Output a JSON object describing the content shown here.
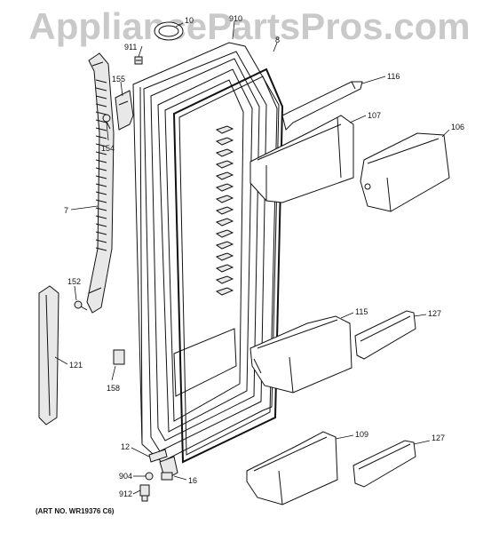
{
  "watermark": "AppliancePartsPros.com",
  "art_number": "(ART NO. WR19376 C6)",
  "callouts": {
    "c101": "10",
    "c910": "910",
    "c911": "911",
    "c8": "8",
    "c155": "155",
    "c154": "154",
    "c116": "116",
    "c107": "107",
    "c106": "106",
    "c7": "7",
    "c152": "152",
    "c115": "115",
    "c127a": "127",
    "c121": "121",
    "c158": "158",
    "c12": "12",
    "c109": "109",
    "c127b": "127",
    "c904": "904",
    "c16": "16",
    "c912": "912"
  }
}
